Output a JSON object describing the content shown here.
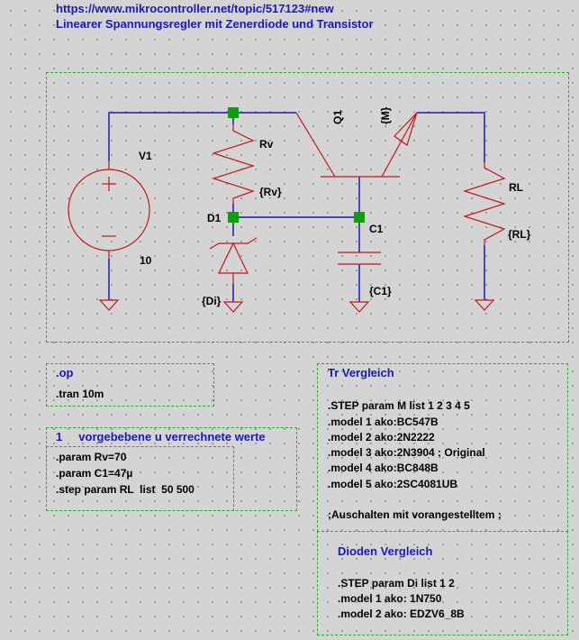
{
  "header": {
    "url": "https://www.mikrocontroller.net/topic/517123#new",
    "title": "Linearer Spannungsregler mit Zenerdiode und Transistor"
  },
  "schematic": {
    "v1": {
      "name": "V1",
      "value": "10"
    },
    "rv": {
      "name": "Rv",
      "value": "{Rv}"
    },
    "d1": {
      "name": "D1",
      "value": "{Di}"
    },
    "q1": {
      "name": "Q1",
      "value": "{M}"
    },
    "c1": {
      "name": "C1",
      "value": "{C1}"
    },
    "rl": {
      "name": "RL",
      "value": "{RL}"
    }
  },
  "directives": {
    "op": ".op",
    "tran": ".tran 10m"
  },
  "params": {
    "title": "1     vorgebebene u verrechnete werte",
    "lines": [
      ".param Rv=70",
      ".param C1=47µ",
      ".step param RL  list  50 500"
    ]
  },
  "tr_vergleich": {
    "title": "Tr Vergleich",
    "lines": [
      ".STEP param M list 1 2 3 4 5",
      ".model 1 ako:BC547B",
      ".model 2 ako:2N2222",
      ".model 3 ako:2N3904 ; Original",
      ".model 4 ako:BC848B",
      ".model 5 ako:2SC4081UB",
      "",
      ";Auschalten mit vorangestelltem ;"
    ]
  },
  "dioden_vergleich": {
    "title": "Dioden Vergleich",
    "lines": [
      ".STEP param Di list 1 2",
      ".model 1 ako: 1N750",
      ".model 2 ako: EDZV6_8B"
    ]
  },
  "colors": {
    "wire": "#1a1ab8",
    "component": "#c01818",
    "node": "#0aa00a",
    "frame": "#22b022",
    "background": "#d4d4d4"
  }
}
